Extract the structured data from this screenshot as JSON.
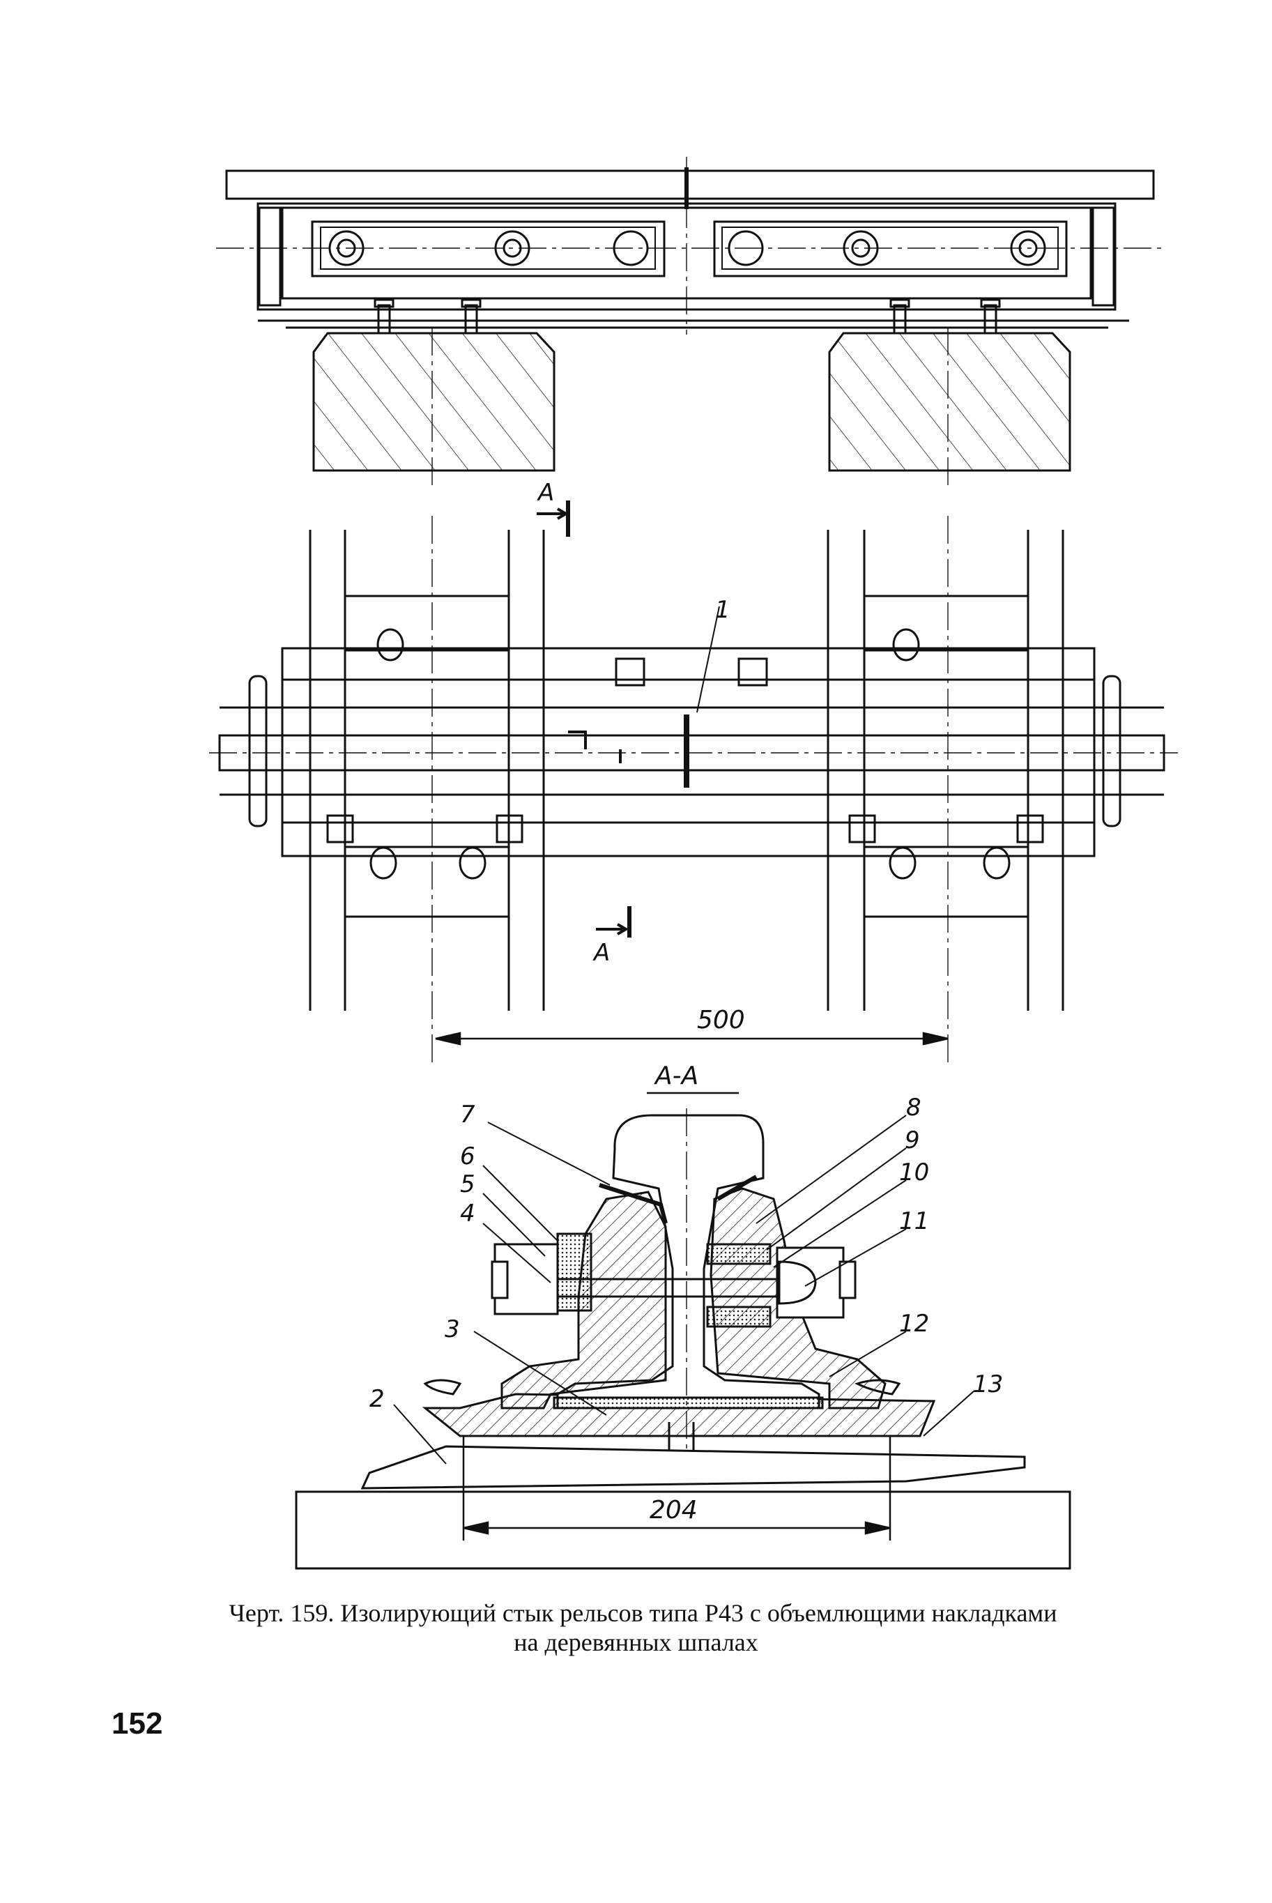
{
  "drawing": {
    "section_marks": {
      "top": "A",
      "bottom": "A",
      "section_title": "А-А"
    },
    "dimensions": {
      "span": "500",
      "base_width": "204"
    },
    "callouts": [
      "1",
      "2",
      "3",
      "4",
      "5",
      "6",
      "7",
      "8",
      "9",
      "10",
      "11",
      "12",
      "13"
    ]
  },
  "caption": {
    "line1": "Черт. 159. Изолирующий стык рельсов типа Р43 с объемлющими накладками",
    "line2": "на деревянных шпалах"
  },
  "page_number": "152"
}
